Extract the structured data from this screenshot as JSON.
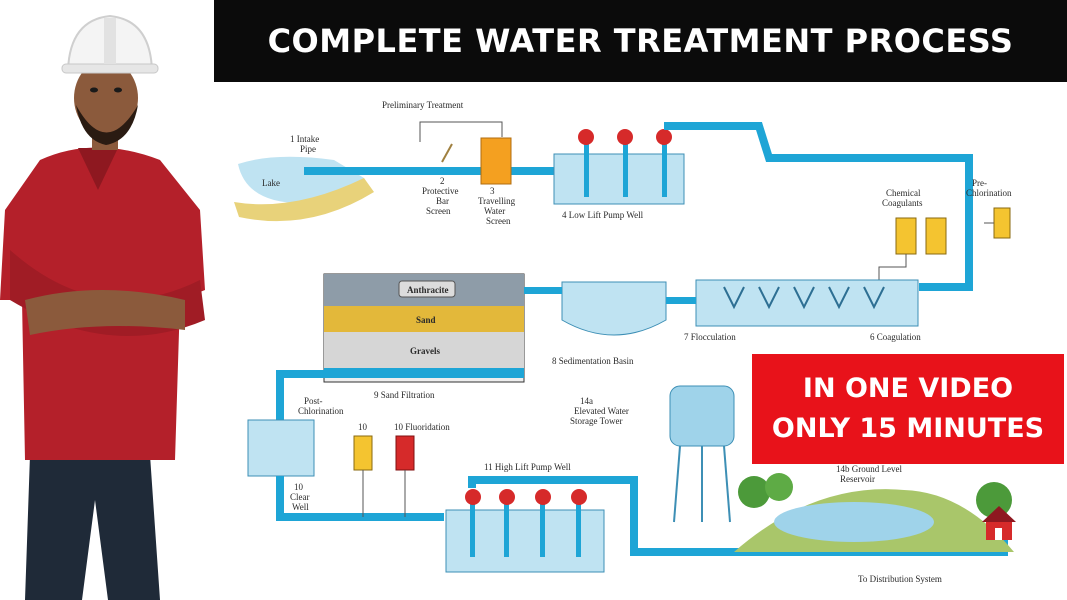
{
  "title": "COMPLETE WATER TREATMENT PROCESS",
  "promo": {
    "line1": "IN ONE VIDEO",
    "line2": "ONLY 15 MINUTES"
  },
  "colors": {
    "pipe": "#1ea5d6",
    "water": "#bfe3f2",
    "chemical_yellow": "#f4c430",
    "chemical_red": "#d62a2a",
    "pump_head": "#d62a2a",
    "promo_red": "#e8121a",
    "title_bg": "#0b0b0b"
  },
  "diagram": {
    "preliminary_treatment": "Preliminary Treatment",
    "intake_pipe": [
      "1 Intake",
      "Pipe"
    ],
    "lake": "Lake",
    "bar_screen": [
      "2",
      "Protective",
      "Bar",
      "Screen"
    ],
    "water_screen": [
      "3",
      "Travelling",
      "Water",
      "Screen"
    ],
    "low_lift_pump": "4 Low Lift Pump Well",
    "chemical_coagulants": [
      "Chemical",
      "Coagulants"
    ],
    "pre_chlorination": [
      "Pre-",
      "Chlorination"
    ],
    "coagulation": "6 Coagulation",
    "flocculation": "7 Flocculation",
    "sedimentation": "8 Sedimentation Basin",
    "filter_layers": {
      "anthracite": "Anthracite",
      "sand": "Sand",
      "gravels": "Gravels"
    },
    "sand_filtration": "9 Sand Filtration",
    "post_chlorination": [
      "Post-",
      "Chlorination"
    ],
    "fluoridation_a": "10",
    "fluoridation": "10 Fluoridation",
    "clear_well": [
      "10",
      "Clear",
      "Well"
    ],
    "high_lift_pump": "11 High Lift Pump Well",
    "elevated_storage": [
      "14a",
      "Elevated Water",
      "Storage Tower"
    ],
    "ground_reservoir": [
      "14b Ground Level",
      "Reservoir"
    ],
    "distribution": "To Distribution System"
  }
}
